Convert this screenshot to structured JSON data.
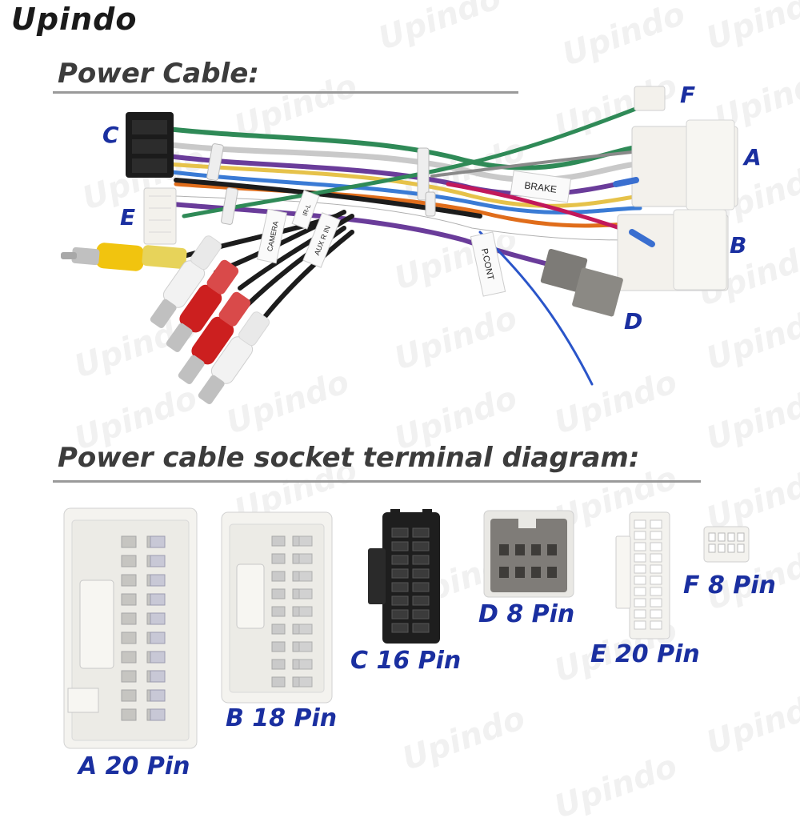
{
  "brand": "Upindo",
  "watermark": "Upindo",
  "section1": {
    "title": "Power Cable:"
  },
  "section2": {
    "title": "Power cable socket terminal diagram:"
  },
  "cable_labels": {
    "a": "A",
    "b": "B",
    "c": "C",
    "d": "D",
    "e": "E",
    "f": "F",
    "brake": "BRAKE",
    "pcont": "P.CONT",
    "camera": "CAMERA",
    "auxin": "AUX R IN",
    "ir": "IR-L"
  },
  "pins": {
    "a": "A 20 Pin",
    "b": "B 18 Pin",
    "c": "C 16 Pin",
    "d": "D 8 Pin",
    "e": "E 20 Pin",
    "f": "F 8 Pin"
  },
  "colors": {
    "label_blue": "#1a2fa0",
    "title_gray": "#3c3c3c",
    "rule_gray": "#9a9a9a",
    "wire_green": "#2f8a57",
    "wire_purple": "#6a3c9a",
    "rca_yellow": "#f1c40f",
    "rca_red": "#cc1f1f",
    "connector_white": "#f3f1ec"
  }
}
